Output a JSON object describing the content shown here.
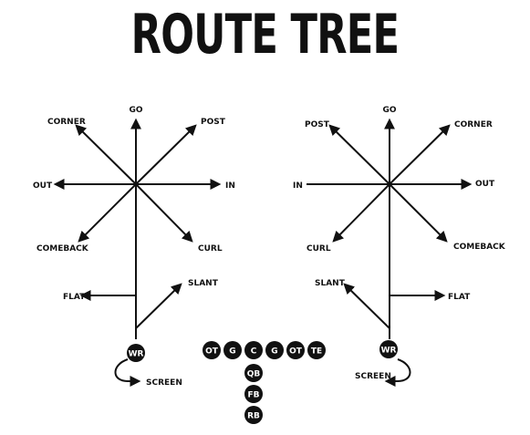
{
  "title": "ROUTE TREE",
  "colors": {
    "ink": "#111111",
    "background": "#ffffff"
  },
  "left_tree": {
    "routes": {
      "go": "GO",
      "corner": "CORNER",
      "post": "POST",
      "out": "OUT",
      "in": "IN",
      "comeback": "COMEBACK",
      "curl": "CURL",
      "flat": "FLAT",
      "slant": "SLANT",
      "screen": "SCREEN"
    },
    "player": "WR"
  },
  "right_tree": {
    "routes": {
      "go": "GO",
      "post": "POST",
      "corner": "CORNER",
      "in": "IN",
      "out": "OUT",
      "curl": "CURL",
      "comeback": "COMEBACK",
      "slant": "SLANT",
      "flat": "FLAT",
      "screen": "SCREEN"
    },
    "player": "WR"
  },
  "formation": {
    "line": [
      "OT",
      "G",
      "C",
      "G",
      "OT",
      "TE"
    ],
    "backfield": [
      "QB",
      "FB",
      "RB"
    ]
  }
}
